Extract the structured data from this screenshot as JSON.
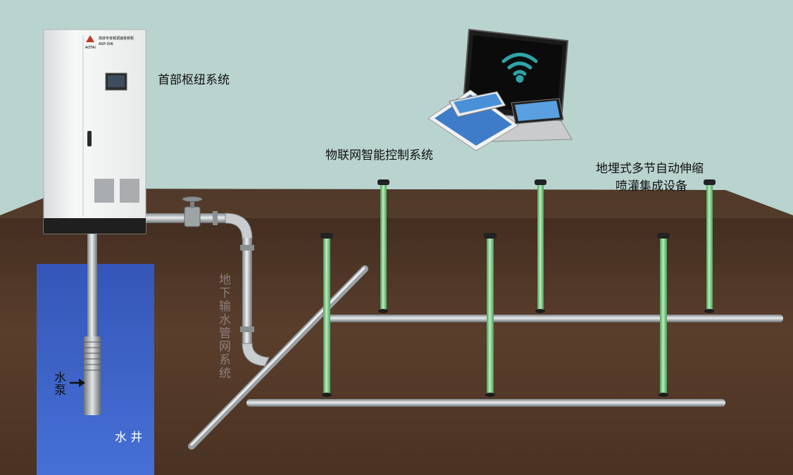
{
  "labels": {
    "head_system": "首部枢纽系统",
    "iot_system": "物联网智能控制系统",
    "sprinkler_line1": "地埋式多节自动伸缩",
    "sprinkler_line2": "喷灌集成设备",
    "pipe_network": "地下输水管网系统",
    "pump": "水泵",
    "well": "水 井"
  },
  "cabinet": {
    "brand": "AOTAI",
    "model_title": "高效专变频调速变频柜",
    "model_code": "ASP-30K"
  },
  "colors": {
    "sky": "#b9d3cf",
    "soil": "#4e3526",
    "well_water": "#3b63c8",
    "pipe": "#b7bcc0",
    "sprinkler": "#84cc8d"
  },
  "icons": [
    "wifi-icon",
    "laptop-icon",
    "tablet-icon",
    "smartphone-icon",
    "arrow-right-icon",
    "valve-icon"
  ]
}
